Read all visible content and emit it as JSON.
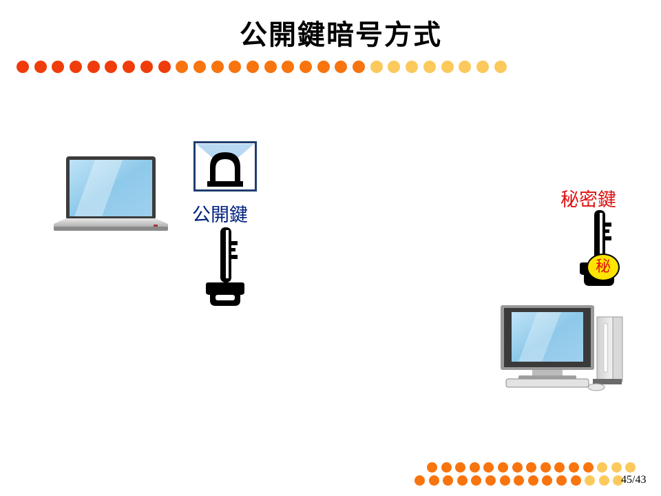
{
  "slide": {
    "title": "公開鍵暗号方式",
    "public_key_label": "公開鍵",
    "secret_key_label": "秘密鍵",
    "secret_key_badge": "秘",
    "page_number": "45/43"
  },
  "icons": {
    "laptop": "laptop-icon",
    "desktop": "desktop-computer-icon",
    "envelope": "locked-envelope-icon",
    "public_key": "key-icon",
    "secret_key": "key-icon"
  },
  "colors": {
    "dot_red": "#f03c0a",
    "dot_orange": "#f8740e",
    "dot_yellow": "#fbc95c",
    "public_label": "#00207f",
    "secret_label": "#e01010",
    "badge_fill": "#ffe400"
  }
}
